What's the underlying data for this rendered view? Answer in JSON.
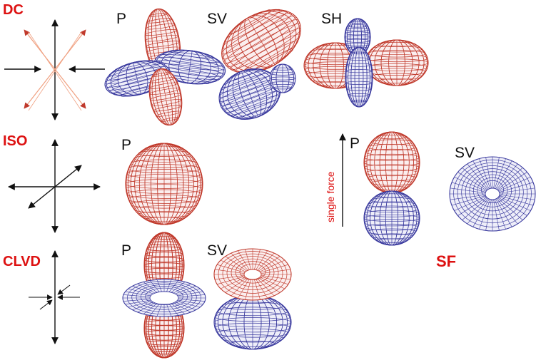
{
  "colors": {
    "title_red": "#dd1111",
    "mesh_red": "#c0392b",
    "mesh_blue": "#3a3a9e",
    "fill_red": "#fbeeee",
    "fill_blue": "#eeeef9",
    "axis": "#111111",
    "diagonal": "#f0a080",
    "diagonal_head": "#c0392b"
  },
  "rows": {
    "dc": {
      "title": "DC",
      "labels": [
        "P",
        "SV",
        "SH"
      ]
    },
    "iso": {
      "title": "ISO",
      "labels": [
        "P"
      ]
    },
    "clvd": {
      "title": "CLVD",
      "labels": [
        "P",
        "SV"
      ]
    }
  },
  "sf": {
    "title": "SF",
    "labels": [
      "P",
      "SV"
    ],
    "caption": "single force"
  },
  "icons": [
    "dc-source-icon",
    "iso-source-icon",
    "clvd-source-icon",
    "single-force-arrow-icon"
  ]
}
